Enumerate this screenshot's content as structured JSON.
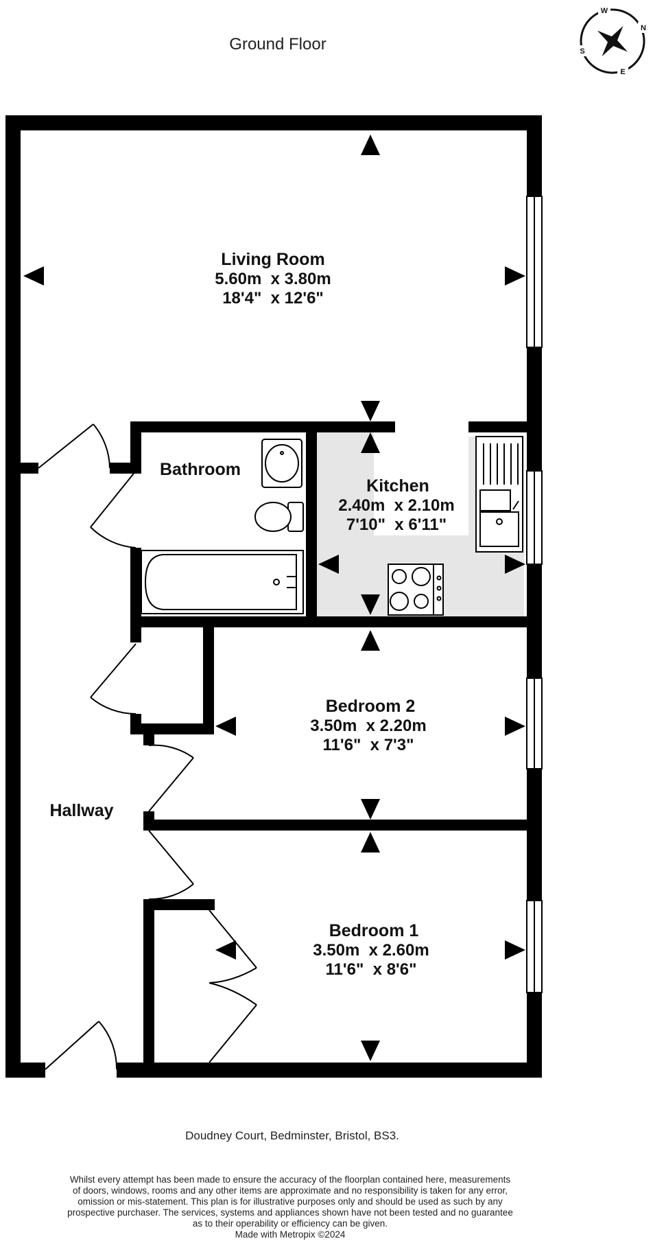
{
  "floor_title": "Ground Floor",
  "compass": {
    "letters": [
      "W",
      "N",
      "E",
      "S"
    ]
  },
  "rooms": {
    "living_room": {
      "name": "Living Room",
      "metric": "5.60m  x 3.80m",
      "imperial": "18'4\"  x 12'6\""
    },
    "bathroom": {
      "name": "Bathroom"
    },
    "kitchen": {
      "name": "Kitchen",
      "metric": "2.40m  x 2.10m",
      "imperial": "7'10\"  x 6'11\""
    },
    "bedroom2": {
      "name": "Bedroom 2",
      "metric": "3.50m  x 2.20m",
      "imperial": "11'6\"  x 7'3\""
    },
    "hallway": {
      "name": "Hallway"
    },
    "bedroom1": {
      "name": "Bedroom 1",
      "metric": "3.50m  x 2.60m",
      "imperial": "11'6\"  x 8'6\""
    }
  },
  "address": "Doudney Court, Bedminster, Bristol, BS3.",
  "disclaimer": [
    "Whilst every attempt has been made to ensure the accuracy of the floorplan contained here, measurements",
    "of doors, windows, rooms and any other items are approximate and no responsibility is taken for any error,",
    "omission or mis-statement. This plan is for illustrative purposes only and should be used as such by any",
    "prospective purchaser. The services, systems and appliances shown have not been tested and no guarantee",
    "as to their operability or efficiency can be given.",
    "Made with Metropix ©2024"
  ],
  "colors": {
    "wall": "#000000",
    "kitchen_floor": "#e6e6e6",
    "background": "#ffffff"
  }
}
